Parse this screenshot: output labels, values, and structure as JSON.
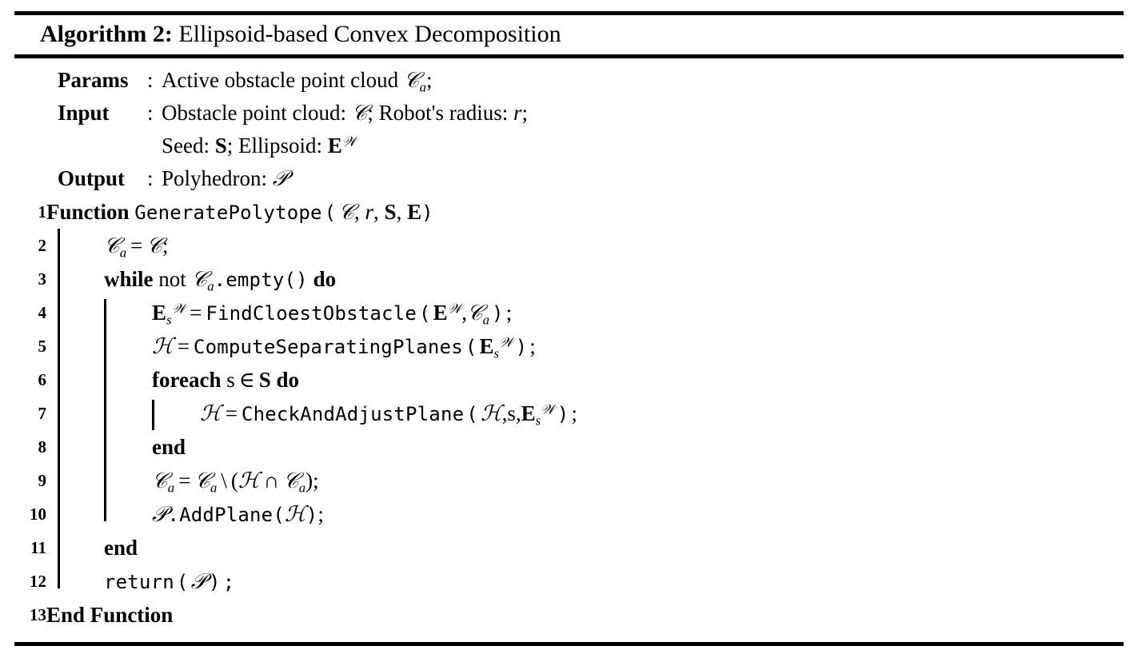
{
  "title": {
    "label": "Algorithm 2:",
    "text": "Ellipsoid-based Convex Decomposition"
  },
  "header": {
    "colon": ":",
    "rows": [
      {
        "label": "Params",
        "text_prefix": "Active obstacle point cloud ",
        "symbol": "O",
        "sub": "a",
        "suffix": ";"
      },
      {
        "label": "Input",
        "text_prefix": "Obstacle point cloud: ",
        "symbol": "O",
        "suffix": "; Robot's radius: ",
        "var": "r",
        "end": ";"
      },
      {
        "label": "",
        "text_prefix": "Seed: ",
        "symbol": "S",
        "suffix": "; Ellipsoid: ",
        "var2": "E",
        "sup": "W"
      },
      {
        "label": "Output",
        "text_prefix": "Polyhedron: ",
        "symbol": "P"
      }
    ]
  },
  "lines": [
    {
      "n": "1",
      "kw": "Function",
      "call": "GeneratePolytope",
      "args": "(O, r, S, E)"
    },
    {
      "n": "2",
      "stmt": "Oa = O;"
    },
    {
      "n": "3",
      "kw1": "while",
      "kw2": "not",
      "expr": "Oa.empty()",
      "kw3": "do"
    },
    {
      "n": "4",
      "lhs": "EsW",
      "call": "FindCloestObstacle",
      "args": "(EW, Oa);"
    },
    {
      "n": "5",
      "lhs": "H",
      "call": "ComputeSeparatingPlanes",
      "args": "(EsW);"
    },
    {
      "n": "6",
      "kw1": "foreach",
      "var": "s",
      "in": "∈",
      "set": "S",
      "kw3": "do"
    },
    {
      "n": "7",
      "lhs": "H",
      "call": "CheckAndAdjustPlane",
      "args": "(H, s, EsW);"
    },
    {
      "n": "8",
      "kw": "end"
    },
    {
      "n": "9",
      "stmt": "Oa = Oa \\ (H ∩ Oa);"
    },
    {
      "n": "10",
      "obj": "P",
      "call": ".AddPlane",
      "args": "(H);"
    },
    {
      "n": "11",
      "kw": "end"
    },
    {
      "n": "12",
      "call": "return",
      "args": "(P);"
    },
    {
      "n": "13",
      "kw": "End Function"
    }
  ],
  "symbols": {
    "cal_O": "𝒞",
    "cal_P": "𝒫",
    "cal_H": "ℋ",
    "cal_W": "𝒲",
    "bold_S": "S",
    "bold_E": "E",
    "var_r": "r",
    "var_a": "a",
    "var_s": "s",
    "eq": "=",
    "semi": ";",
    "setminus": "\\",
    "cap": "∩",
    "in": "∈",
    "lparen": "(",
    "rparen": ")",
    "comma": ",",
    "colon": ":",
    "dot": "."
  },
  "names": {
    "fn_generate": "GeneratePolytope",
    "fn_findclosest": "FindCloestObstacle",
    "fn_computeplanes": "ComputeSeparatingPlanes",
    "fn_checkadjust": "CheckAndAdjustPlane",
    "fn_addplane": "AddPlane",
    "fn_empty": "empty",
    "kw_function": "Function",
    "kw_endfunction": "End Function",
    "kw_while": "while",
    "kw_not": "not",
    "kw_do": "do",
    "kw_foreach": "foreach",
    "kw_end": "end",
    "kw_return": "return"
  },
  "numbers": [
    "1",
    "2",
    "3",
    "4",
    "5",
    "6",
    "7",
    "8",
    "9",
    "10",
    "11",
    "12",
    "13"
  ],
  "text": {
    "params_label": "Params",
    "input_label": "Input",
    "output_label": "Output",
    "active_cloud": "Active obstacle point cloud",
    "obstacle_cloud": "Obstacle point cloud:",
    "robot_radius": "Robot's radius:",
    "seed": "Seed:",
    "ellipsoid": "Ellipsoid:",
    "polyhedron": "Polyhedron:"
  },
  "colors": {
    "ink": "#000000",
    "paper": "#ffffff"
  }
}
